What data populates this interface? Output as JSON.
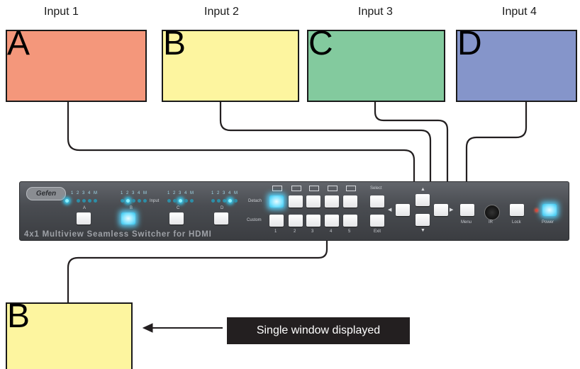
{
  "inputs": [
    {
      "label": "Input 1",
      "letter": "A",
      "color": "#f4977b"
    },
    {
      "label": "Input 2",
      "letter": "B",
      "color": "#fdf59f"
    },
    {
      "label": "Input 3",
      "letter": "C",
      "color": "#83ca9e"
    },
    {
      "label": "Input 4",
      "letter": "D",
      "color": "#8595ca"
    }
  ],
  "device": {
    "brand": "Gefen",
    "model": "4x1 Multiview Seamless Switcher for HDMI",
    "group_numbers": [
      "1",
      "2",
      "3",
      "4",
      "M"
    ],
    "groups": [
      "A",
      "B",
      "C",
      "D"
    ],
    "input_label": "Input",
    "detach_label": "Detach",
    "custom_label": "Custom",
    "select_label": "Select",
    "exit_label": "Exit",
    "preset_numbers": [
      "1",
      "2",
      "3",
      "4",
      "5"
    ],
    "menu_label": "Menu",
    "ir_label": "IR",
    "lock_label": "Lock",
    "power_label": "Power"
  },
  "output": {
    "letter": "B",
    "color": "#fdf59f"
  },
  "callout": {
    "text": "Single window displayed"
  },
  "colors": {
    "wire": "#231f20",
    "led_glow": "#36cff5"
  }
}
